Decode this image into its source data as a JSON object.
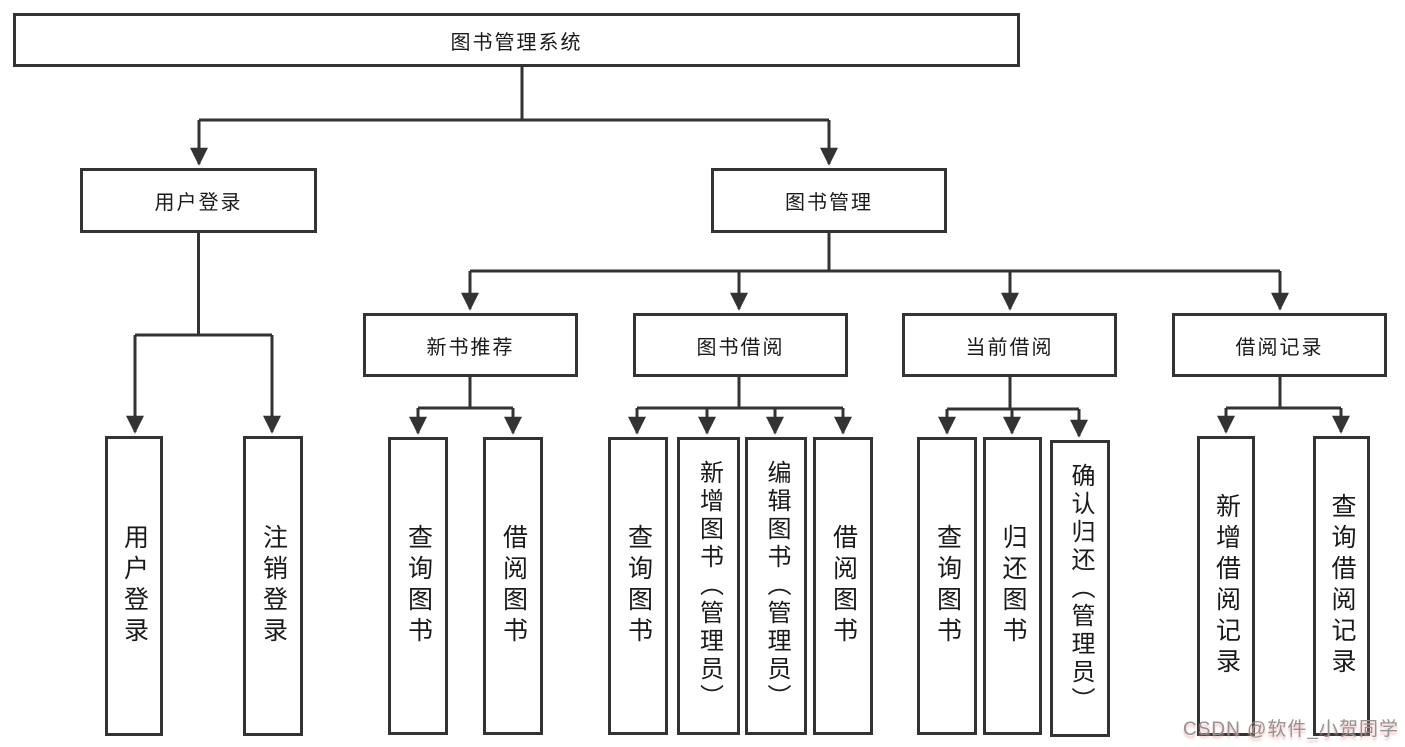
{
  "nodes": {
    "root": "图书管理系统",
    "user_login": "用户登录",
    "book_management": "图书管理",
    "new_book_recommend": "新书推荐",
    "book_borrowing": "图书借阅",
    "current_borrowing": "当前借阅",
    "borrowing_records": "借阅记录",
    "leaf_user_login": "用户登录",
    "leaf_logout": "注销登录",
    "leaf_query_books_1": "查询图书",
    "leaf_borrow_books_1": "借阅图书",
    "leaf_query_books_2": "查询图书",
    "leaf_add_books_admin": "新增图书（管理员）",
    "leaf_edit_books_admin": "编辑图书（管理员）",
    "leaf_borrow_books_2": "借阅图书",
    "leaf_query_books_3": "查询图书",
    "leaf_return_books": "归还图书",
    "leaf_confirm_return_admin": "确认归还（管理员）",
    "leaf_add_borrow_record": "新增借阅记录",
    "leaf_query_borrow_record": "查询借阅记录"
  },
  "watermark": "CSDN @软件_小贺同学",
  "colors": {
    "line": "#333333",
    "text": "#1a1a1a",
    "background": "#ffffff",
    "watermark_text": "#949494",
    "watermark_shadow": "#f0a0a0"
  }
}
